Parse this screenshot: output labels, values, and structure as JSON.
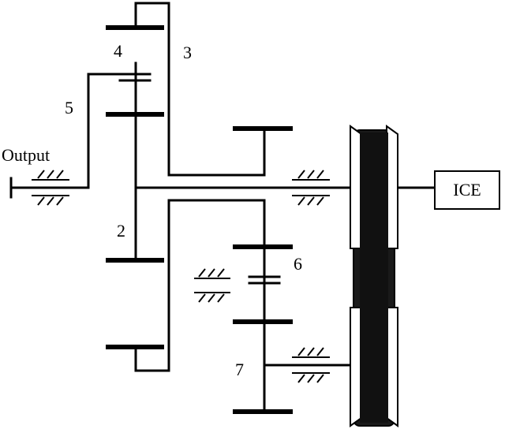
{
  "labels": {
    "output": "Output",
    "ice": "ICE",
    "n2": "2",
    "n3": "3",
    "n4": "4",
    "n5": "5",
    "n6": "6",
    "n7": "7"
  },
  "colors": {
    "stroke": "#000000",
    "wheel_fill": "#1a1a1a"
  }
}
